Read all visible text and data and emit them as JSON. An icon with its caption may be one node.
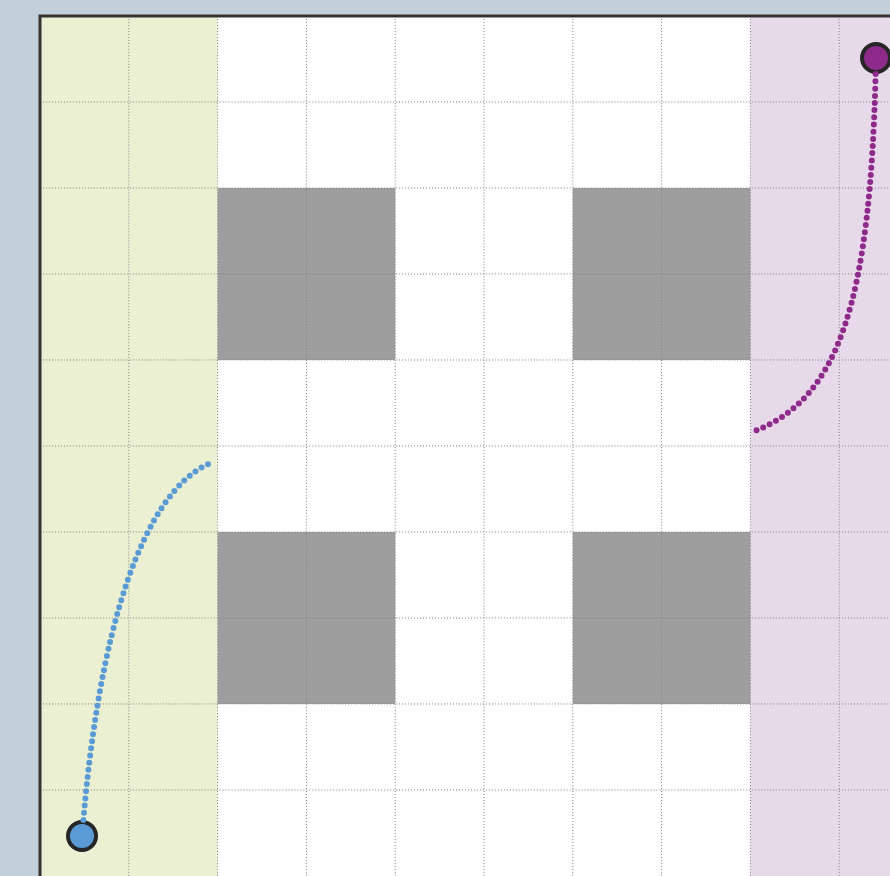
{
  "diagram": {
    "nodes": [
      {
        "text": [],
        "shape": "circle"
      },
      {
        "text": [],
        "shape": "circle"
      }
    ],
    "edges": [
      {
        "from": 0,
        "to": null,
        "arrow": "none",
        "color": "#5b9bd5"
      },
      {
        "from": 1,
        "to": null,
        "arrow": "none",
        "color": "#8e2a8a"
      }
    ]
  }
}
